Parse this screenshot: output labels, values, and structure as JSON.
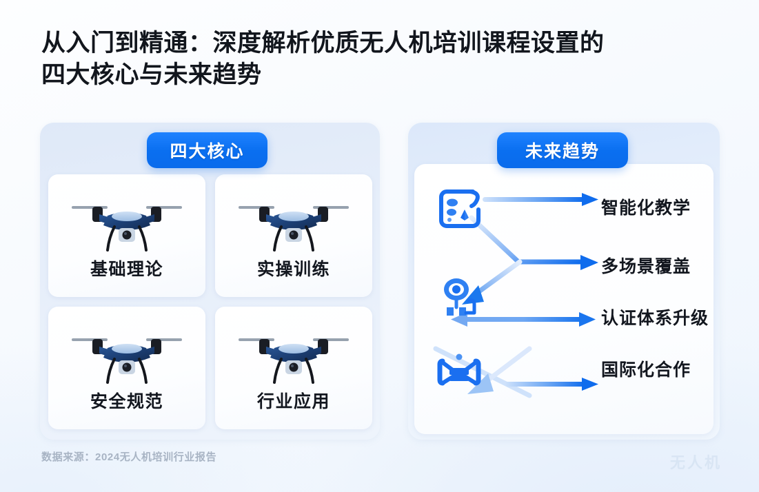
{
  "page": {
    "title_lines": [
      "从入门到精通：深度解析优质无人机培训课程设置的",
      "四大核心与未来趋势"
    ],
    "footer_note": "数据来源：2024无人机培训行业报告",
    "watermark": "无人机"
  },
  "colors": {
    "accent_blue": "#0a6ff0",
    "badge_gradient_start": "#1f82ff",
    "badge_gradient_end": "#0a6bec",
    "text_dark": "#13171f",
    "panel_blue": "#dfe9f8",
    "card_white": "#ffffff",
    "footer_gray": "#a8b4c4",
    "drone_body": "#1c3f73",
    "drone_top": "#a8c6e8",
    "arrow_blue": "#1f7df0"
  },
  "left_section": {
    "badge_label": "四大核心",
    "cards": [
      {
        "label": "基础理论",
        "icon": "drone-icon"
      },
      {
        "label": "实操训练",
        "icon": "drone-icon"
      },
      {
        "label": "安全规范",
        "icon": "drone-icon"
      },
      {
        "label": "行业应用",
        "icon": "drone-icon"
      }
    ]
  },
  "right_section": {
    "badge_label": "未来趋势",
    "icons": [
      {
        "name": "map-document-icon"
      },
      {
        "name": "eye-surveillance-icon"
      },
      {
        "name": "drone-frame-icon"
      }
    ],
    "trends": [
      {
        "label": "智能化教学",
        "arrow": "right-arrow"
      },
      {
        "label": "多场景覆盖",
        "arrow": "right-arrow"
      },
      {
        "label": "认证体系升级",
        "arrow": "double-arrow"
      },
      {
        "label": "国际化合作",
        "arrow": "right-arrow"
      }
    ]
  }
}
